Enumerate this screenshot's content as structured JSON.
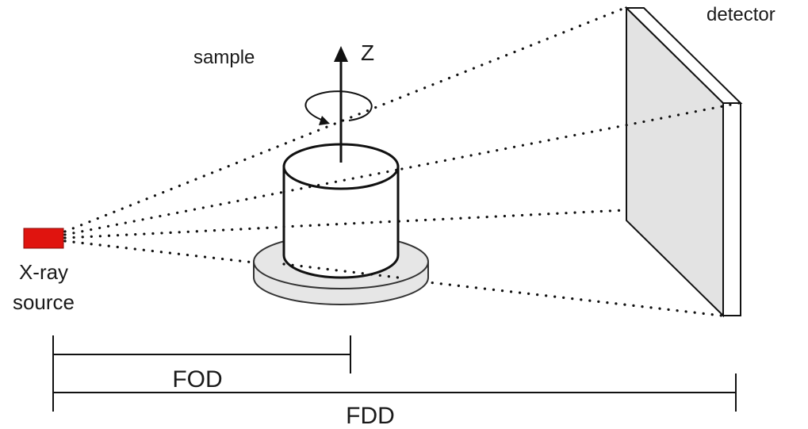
{
  "labels": {
    "detector": "detector",
    "sample": "sample",
    "axis_z": "Z",
    "source_line1": "X-ray",
    "source_line2": "source",
    "fod": "FOD",
    "fdd": "FDD"
  },
  "colors": {
    "source": "#e0140f",
    "detector_face": "#e3e3e3",
    "detector_edge": "#ffffff",
    "sample_stage": "#e6e6e6",
    "sample_body": "#ffffff",
    "line": "#111111"
  },
  "icons": {
    "rotation": "rotation-arrow-icon",
    "axis": "up-arrow-icon"
  }
}
